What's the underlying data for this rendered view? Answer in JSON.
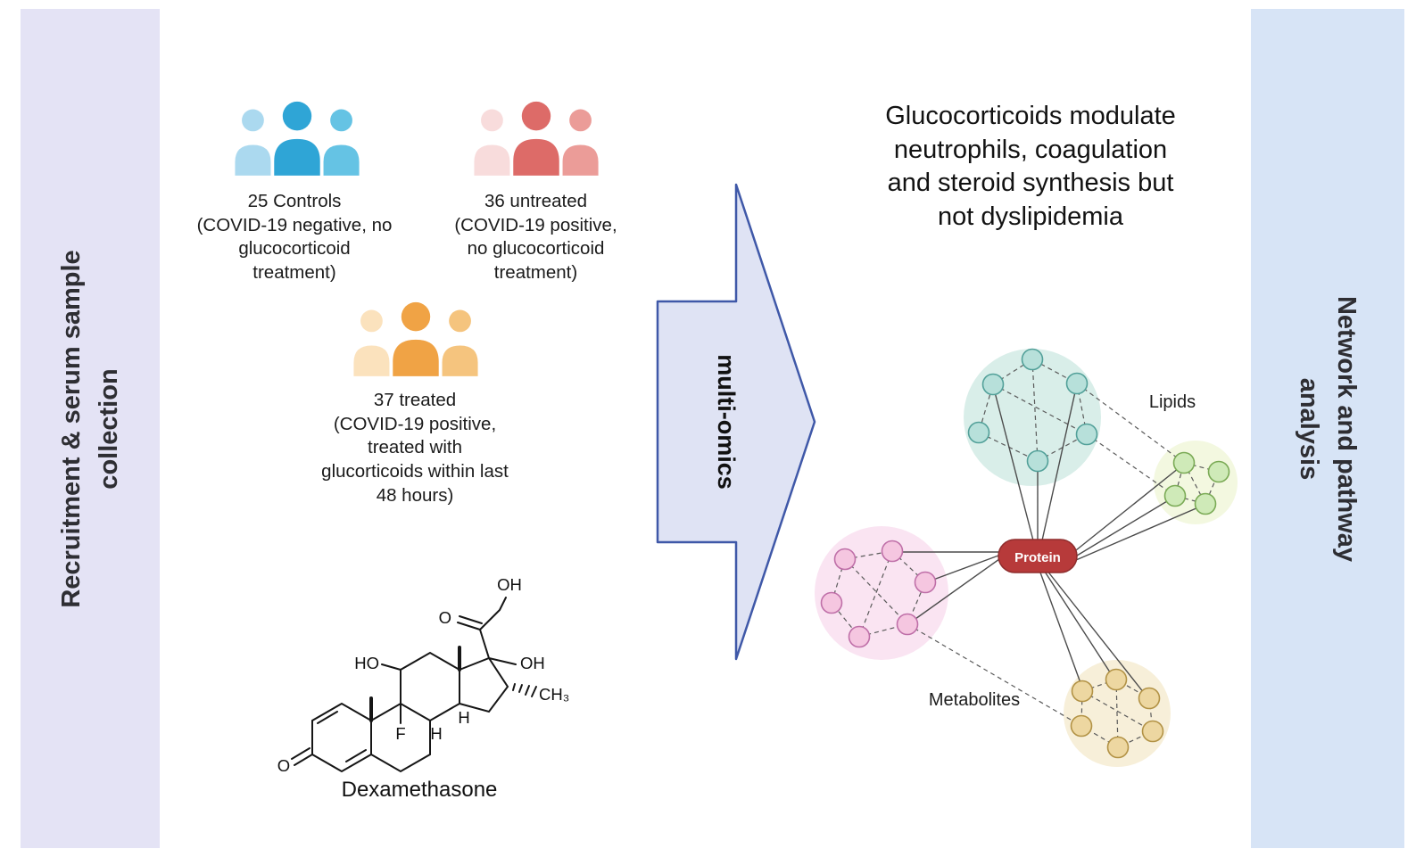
{
  "panels": {
    "left": {
      "label": "Recruitment & serum sample\ncollection",
      "bg": "#e4e3f5"
    },
    "right": {
      "label": "Network and pathway\nanalysis",
      "bg": "#d7e4f6"
    }
  },
  "groups": [
    {
      "name": "controls",
      "label": "25 Controls\n(COVID-19 negative, no\nglucocorticoid\ntreatment)",
      "colors": [
        "#abd9ef",
        "#2fa5d6",
        "#65c3e4"
      ]
    },
    {
      "name": "untreated",
      "label": "36 untreated\n(COVID-19 positive,\nno glucocorticoid\ntreatment)",
      "colors": [
        "#f8dcdc",
        "#dd6b68",
        "#eb9c98"
      ]
    },
    {
      "name": "treated",
      "label": "37 treated\n(COVID-19 positive,\ntreated with\nglucorticoids within last\n48 hours)",
      "colors": [
        "#fbe2bd",
        "#f0a345",
        "#f5c47e"
      ]
    }
  ],
  "arrow": {
    "label": "multi-omics",
    "fill": "#dfe3f4",
    "stroke": "#3f58a8"
  },
  "headline": "Glucocorticoids modulate\nneutrophils, coagulation\nand steroid synthesis but\nnot dyslipidemia",
  "molecule": {
    "caption": "Dexamethasone",
    "labels": {
      "ketone_o": "O",
      "ho": "HO",
      "top_oh": "OH",
      "chain_o": "O",
      "c17_oh": "OH",
      "ch3": "CH₃",
      "f": "F",
      "h8": "H",
      "h14": "H"
    }
  },
  "network": {
    "protein_label": "Protein",
    "protein_fill": "#b73a3a",
    "protein_stroke": "#8f2d2d",
    "lipids_label": "Lipids",
    "metabolites_label": "Metabolites",
    "clusters": [
      {
        "name": "teal",
        "bg": "#d9eee9",
        "node_fill": "#b7e0da",
        "node_stroke": "#52a099"
      },
      {
        "name": "green",
        "bg": "#f3f8e0",
        "node_fill": "#cfeab8",
        "node_stroke": "#7aaa55"
      },
      {
        "name": "pink",
        "bg": "#fae4f2",
        "node_fill": "#f5c6e0",
        "node_stroke": "#bf6fa8"
      },
      {
        "name": "tan",
        "bg": "#f7efd9",
        "node_fill": "#edd7a1",
        "node_stroke": "#b29245"
      }
    ]
  }
}
